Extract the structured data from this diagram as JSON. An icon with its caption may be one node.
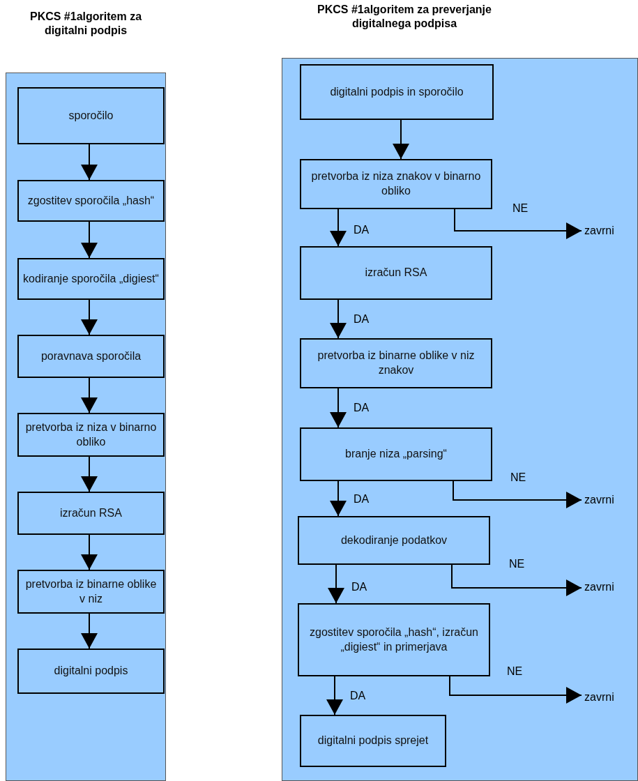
{
  "diagram": {
    "nodes": [
      {
        "text": [
          "PKCS #1algoritem za digitalni podpis"
        ]
      },
      {
        "text": [
          "sporočilo"
        ],
        "in": 0
      },
      {
        "text": [
          "zgostitev sporočila „hash“"
        ],
        "in": 0
      },
      {
        "text": [
          "kodiranje sporočila „digiest“"
        ],
        "in": 0
      },
      {
        "text": [
          "poravnava sporočila"
        ],
        "in": 0
      },
      {
        "text": [
          "pretvorba iz niza v binarno obliko"
        ],
        "in": 0
      },
      {
        "text": [
          "izračun RSA"
        ],
        "in": 0
      },
      {
        "text": [
          "pretvorba iz binarne oblike v niz"
        ],
        "in": 0
      },
      {
        "text": [
          "digitalni podpis"
        ],
        "in": 0
      },
      {
        "text": [
          "PKCS #1algoritem za preverjanje digitalnega podpisa"
        ]
      },
      {
        "text": [
          "digitalni podpis in sporočilo"
        ],
        "in": 9
      },
      {
        "text": [
          "pretvorba iz niza znakov v binarno obliko"
        ],
        "in": 9
      },
      {
        "text": [
          "zavrni"
        ],
        "in": 9
      },
      {
        "text": [
          "izračun RSA"
        ],
        "in": 9
      },
      {
        "text": [
          "pretvorba iz binarne oblike v niz znakov"
        ],
        "in": 9
      },
      {
        "text": [
          "branje niza „parsing“"
        ],
        "in": 9
      },
      {
        "text": [
          "zavrni"
        ],
        "in": 9
      },
      {
        "text": [
          "dekodiranje podatkov"
        ],
        "in": 9
      },
      {
        "text": [
          "zavrni"
        ],
        "in": 9
      },
      {
        "text": [
          "zgostitev sporočila „hash“, izračun „digiest“ in primerjava"
        ],
        "in": 9
      },
      {
        "text": [
          "zavrni"
        ],
        "in": 9
      },
      {
        "text": [
          "digitalni podpis sprejet"
        ],
        "in": 9
      }
    ],
    "edges": [
      {
        "from": 1,
        "to": 2,
        "arrow": "to"
      },
      {
        "from": 2,
        "to": 3,
        "arrow": "to"
      },
      {
        "from": 3,
        "to": 4,
        "arrow": "to"
      },
      {
        "from": 4,
        "to": 5,
        "arrow": "to"
      },
      {
        "from": 5,
        "to": 6,
        "arrow": "to"
      },
      {
        "from": 6,
        "to": 7,
        "arrow": "to"
      },
      {
        "from": 7,
        "to": 8,
        "arrow": "to"
      },
      {
        "from": 10,
        "to": 11,
        "arrow": "to"
      },
      {
        "from": 11,
        "to": 13,
        "arrow": "to",
        "label": "DA"
      },
      {
        "from": 11,
        "to": 12,
        "arrow": "to",
        "label": "NE"
      },
      {
        "from": 13,
        "to": 14,
        "arrow": "to",
        "label": "DA"
      },
      {
        "from": 14,
        "to": 15,
        "arrow": "to",
        "label": "DA"
      },
      {
        "from": 15,
        "to": 17,
        "arrow": "to",
        "label": "DA"
      },
      {
        "from": 15,
        "to": 16,
        "arrow": "to",
        "label": "NE"
      },
      {
        "from": 17,
        "to": 19,
        "arrow": "to",
        "label": "DA"
      },
      {
        "from": 17,
        "to": 18,
        "arrow": "to",
        "label": "NE"
      },
      {
        "from": 19,
        "to": 21,
        "arrow": "to",
        "label": "DA"
      },
      {
        "from": 19,
        "to": 20,
        "arrow": "to",
        "label": "NE"
      }
    ]
  }
}
